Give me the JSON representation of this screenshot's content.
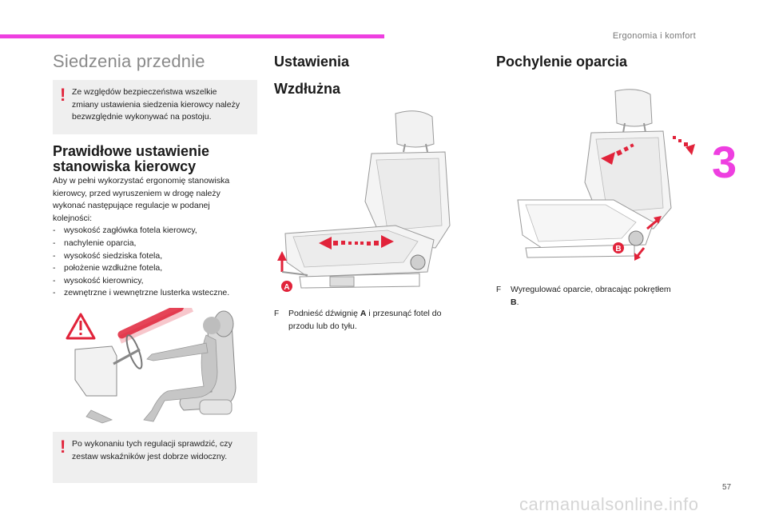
{
  "header": {
    "title": "Ergonomia i komfort",
    "chapter_number": "3"
  },
  "left": {
    "section_title": "Siedzenia przednie",
    "warning_top": {
      "line1": "Ze względów bezpieczeństwa wszelkie",
      "line2": "zmiany ustawienia siedzenia kierowcy należy",
      "line3": "bezwzględnie wykonywać na postoju."
    },
    "heading_line1": "Prawidłowe ustawienie",
    "heading_line2": "stanowiska kierowcy",
    "para": [
      "Aby w pełni wykorzystać ergonomię stanowiska",
      "kierowcy, przed wyruszeniem w drogę należy",
      "wykonać następujące regulacje w podanej",
      "kolejności:"
    ],
    "list": [
      "wysokość zagłówka fotela kierowcy,",
      "nachylenie oparcia,",
      "wysokość siedziska fotela,",
      "położenie wzdłużne fotela,",
      "wysokość kierownicy,",
      "zewnętrzne i wewnętrzne lusterka wsteczne."
    ],
    "dash": "-",
    "warning_bottom": {
      "line1": "Po wykonaniu tych regulacji sprawdzić, czy",
      "line2": "zestaw wskaźników jest dobrze widoczny."
    },
    "warning_symbol": "!"
  },
  "middle": {
    "heading": "Ustawienia",
    "subheading": "Wzdłużna",
    "label_a": "A",
    "instruction_line1": "Podnieść dźwignię",
    "instruction_bold": "A",
    "instruction_line1_end": "i przesunąć fotel do",
    "instruction_line2": "przodu lub do tyłu.",
    "bullet": "F"
  },
  "right": {
    "heading": "Pochylenie oparcia",
    "label_b": "B",
    "instruction_line1": "Wyregulować oparcie, obracając pokrętłem",
    "instruction_bold": "B",
    "instruction_end": ".",
    "bullet": "F"
  },
  "footer": {
    "page_number": "57",
    "watermark": "carmanualsonline.info"
  },
  "colors": {
    "accent": "#ee3fe0",
    "warning_red": "#e1233a",
    "arrow_red": "#e1233a",
    "box_bg": "#efefef"
  }
}
